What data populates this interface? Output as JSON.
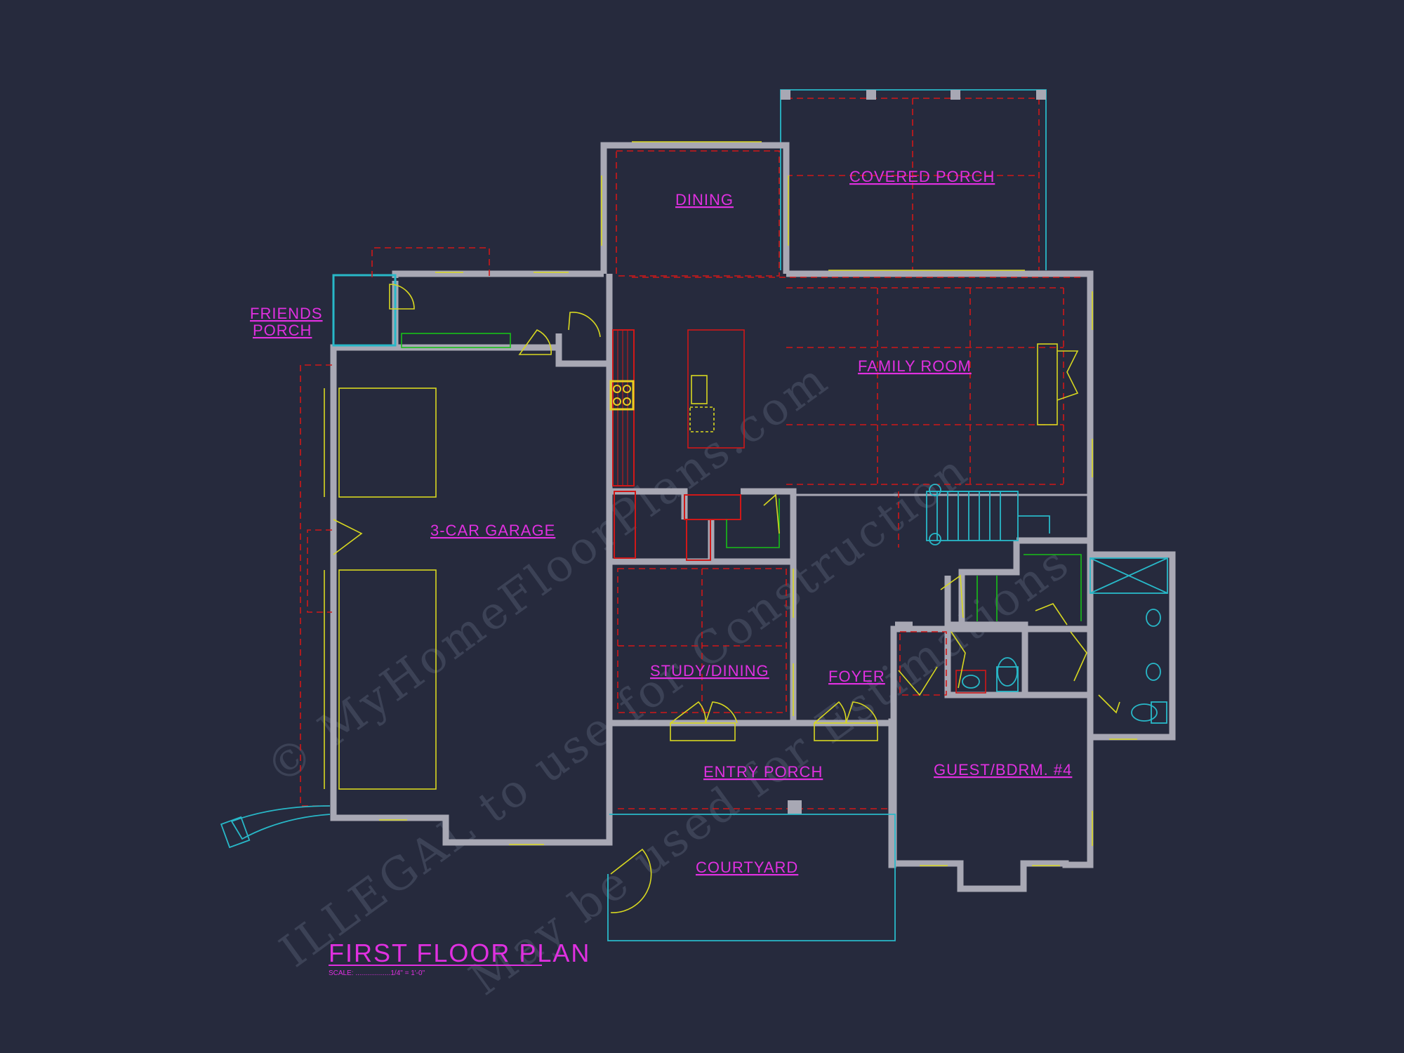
{
  "plan": {
    "title": "FIRST FLOOR PLAN",
    "scale_text": "SCALE: ..................1/4\" = 1'-0\"",
    "watermark_line1": "© MyHomeFloorPlans.com",
    "watermark_line2": "ILLEGAL to use for Construction",
    "watermark_line3": "May be used for Estimations",
    "rooms": {
      "dining": "DINING",
      "covered_porch": "COVERED PORCH",
      "friends_porch_1": "FRIENDS",
      "friends_porch_2": "PORCH",
      "family_room": "FAMILY ROOM",
      "garage": "3-CAR GARAGE",
      "study_dining": "STUDY/DINING",
      "foyer": "FOYER",
      "entry_porch": "ENTRY PORCH",
      "guest_bedroom": "GUEST/BDRM. #4",
      "courtyard": "COURTYARD"
    },
    "colors": {
      "background": "#262a3d",
      "labels": "#e030e0",
      "walls": "#a8a8b4",
      "hidden_lines": "#d01818",
      "openings": "#d8d820",
      "fixtures": "#28b8c8"
    }
  }
}
